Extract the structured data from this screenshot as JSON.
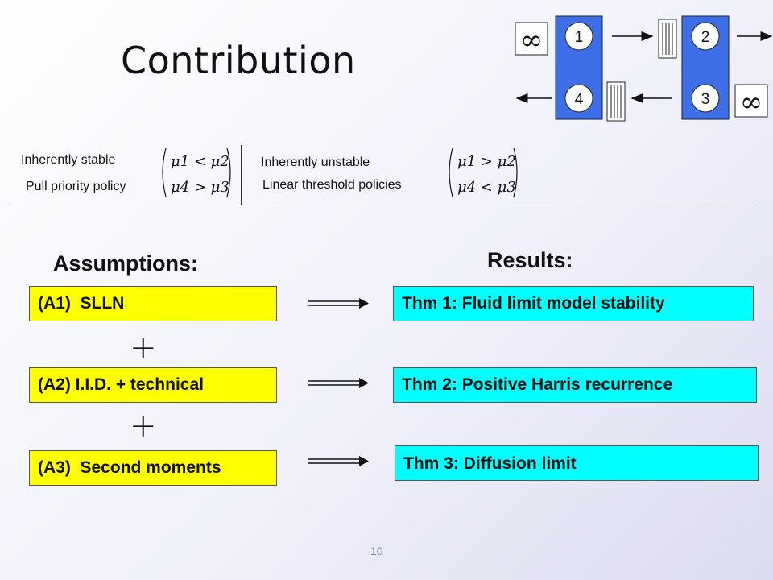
{
  "slide": {
    "title": "Contribution",
    "page_number": "10"
  },
  "network": {
    "stations": [
      "1",
      "2",
      "3",
      "4"
    ],
    "infinity_symbol": "∞"
  },
  "conditions": {
    "left": {
      "line1": "Inherently stable",
      "line2": "Pull priority policy",
      "math1": "μ1 < μ2",
      "math2": "μ4 > μ3"
    },
    "right": {
      "line1": "Inherently unstable",
      "line2": "Linear threshold policies",
      "math1": "μ1 > μ2",
      "math2": "μ4 < μ3"
    }
  },
  "assumptions": {
    "heading": "Assumptions:",
    "items": [
      "(A1)  SLLN",
      "(A2) I.I.D. + technical",
      "(A3)  Second moments"
    ],
    "plus_symbol": "+"
  },
  "results": {
    "heading": "Results:",
    "items": [
      "Thm 1: Fluid limit model stability",
      "Thm 2: Positive Harris recurrence",
      "Thm 3: Diffusion limit"
    ]
  },
  "colors": {
    "assumption_box": "#ffff00",
    "result_box": "#00ffff",
    "station_column": "#3f6fe8",
    "page_number": "#7b88b5"
  }
}
